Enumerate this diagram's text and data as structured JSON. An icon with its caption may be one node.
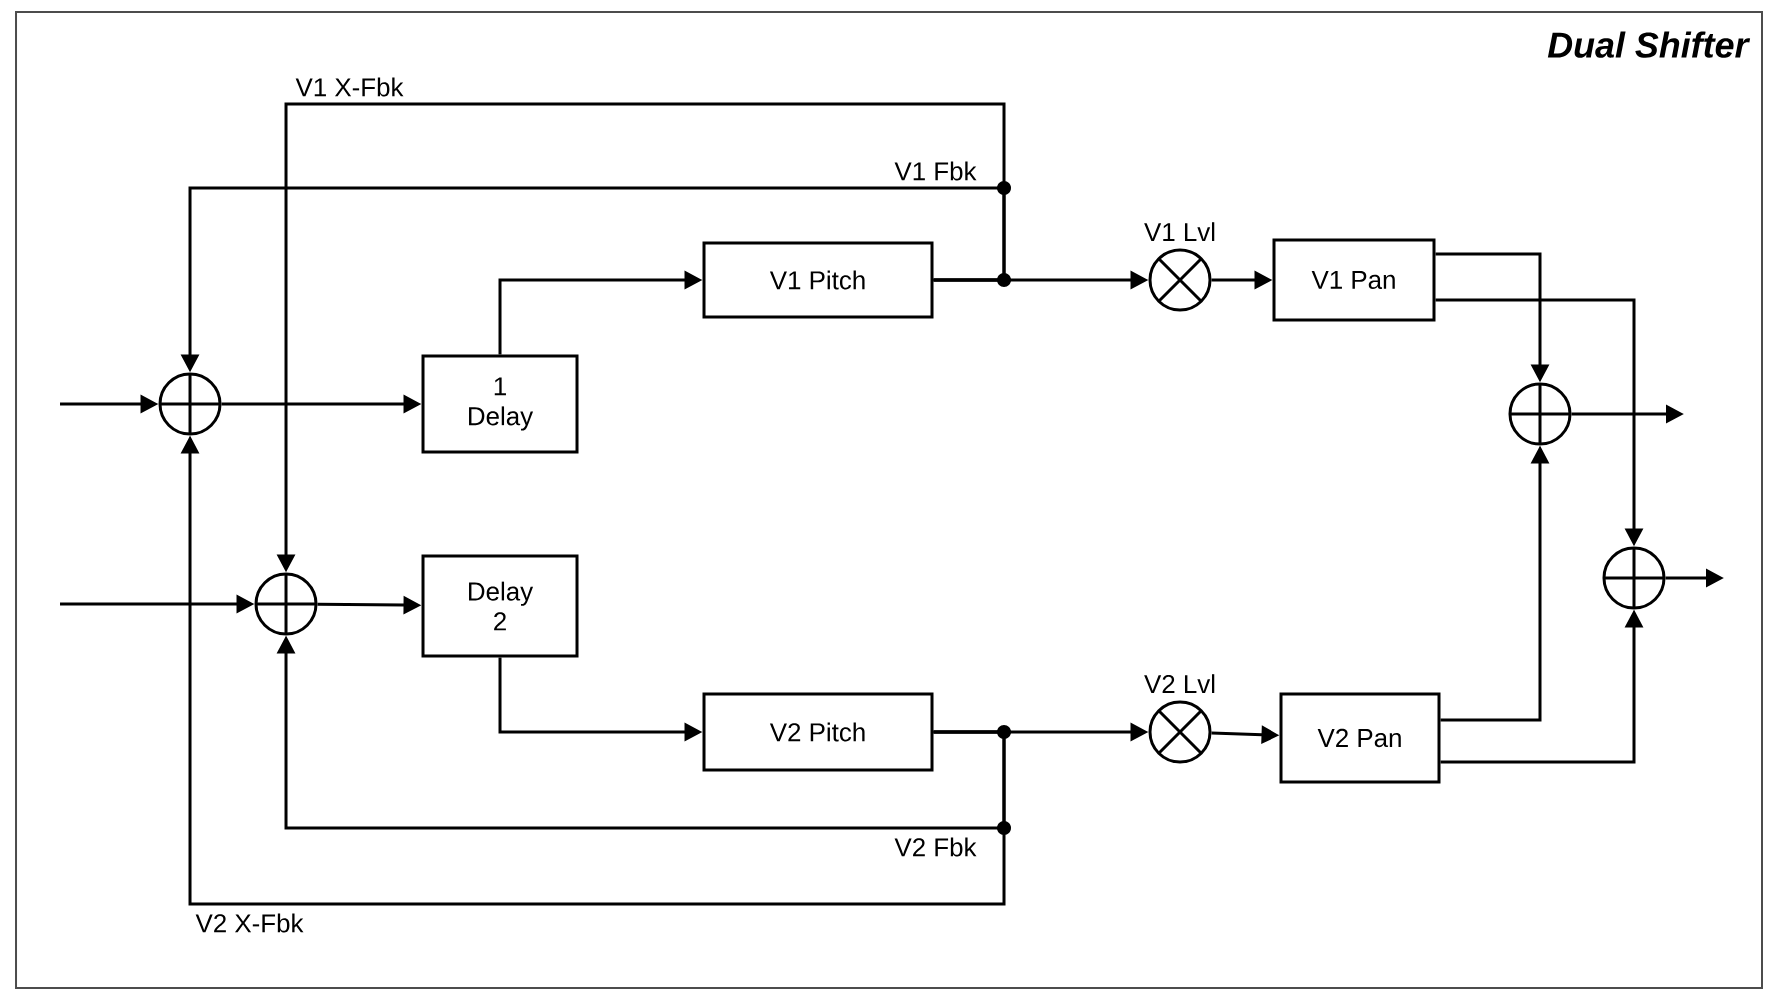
{
  "diagram": {
    "title": "Dual Shifter",
    "nodes": [
      {
        "text": [],
        "shape": "circle"
      },
      {
        "text": [
          "1 Delay"
        ]
      },
      {
        "text": [
          "V1 Pitch"
        ]
      },
      {
        "text": [],
        "shape": "circle",
        "beside": [
          "V1 Lvl"
        ]
      },
      {
        "text": [
          "V1 Pan"
        ]
      },
      {
        "text": [],
        "shape": "circle"
      },
      {
        "text": [],
        "shape": "circle"
      },
      {
        "text": [
          "Delay 2"
        ]
      },
      {
        "text": [
          "V2 Pitch"
        ]
      },
      {
        "text": [],
        "shape": "circle",
        "beside": [
          "V2 Lvl"
        ]
      },
      {
        "text": [
          "V2 Pan"
        ]
      },
      {
        "text": [],
        "shape": "circle"
      }
    ],
    "edges": [
      {
        "from": null,
        "to": 0,
        "arrow": "to"
      },
      {
        "from": 0,
        "to": 1,
        "arrow": "to"
      },
      {
        "from": 1,
        "to": 2,
        "arrow": "to"
      },
      {
        "from": 2,
        "to": 3,
        "arrow": "to"
      },
      {
        "from": 2,
        "to": 0,
        "arrow": "to",
        "label": "V1 Fbk"
      },
      {
        "from": 2,
        "to": 6,
        "arrow": "to",
        "label": "V1 X-Fbk"
      },
      {
        "from": 3,
        "to": 4,
        "arrow": "to"
      },
      {
        "from": 4,
        "to": 5,
        "arrow": "to"
      },
      {
        "from": 4,
        "to": 11,
        "arrow": "to"
      },
      {
        "from": 5,
        "to": null,
        "arrow": "to"
      },
      {
        "from": null,
        "to": 6,
        "arrow": "to"
      },
      {
        "from": 6,
        "to": 7,
        "arrow": "to"
      },
      {
        "from": 7,
        "to": 8,
        "arrow": "to"
      },
      {
        "from": 8,
        "to": 9,
        "arrow": "to"
      },
      {
        "from": 8,
        "to": 6,
        "arrow": "to",
        "label": "V2 Fbk"
      },
      {
        "from": 8,
        "to": 0,
        "arrow": "to",
        "label": "V2 X-Fbk"
      },
      {
        "from": 9,
        "to": 10,
        "arrow": "to"
      },
      {
        "from": 10,
        "to": 5,
        "arrow": "to"
      },
      {
        "from": 10,
        "to": 11,
        "arrow": "to"
      },
      {
        "from": 11,
        "to": null,
        "arrow": "to"
      }
    ]
  }
}
